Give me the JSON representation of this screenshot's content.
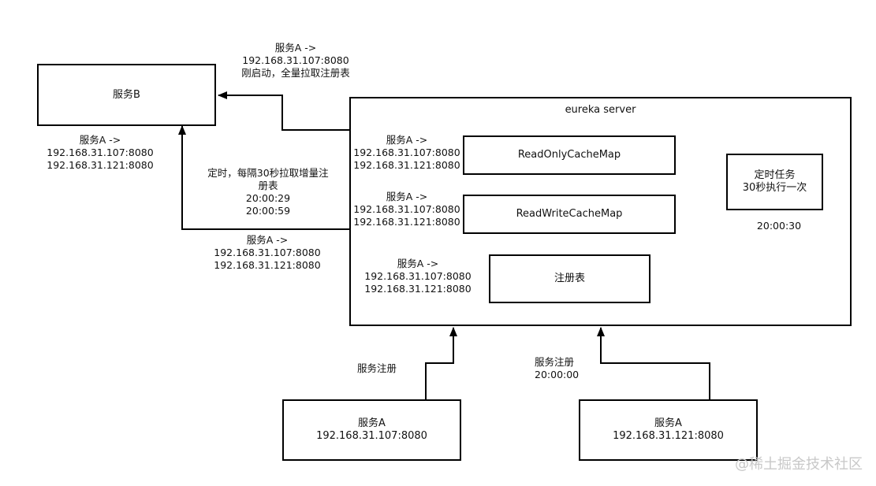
{
  "service_b": {
    "title": "服务B"
  },
  "service_b_registry": {
    "line1": "服务A ->",
    "line2": "192.168.31.107:8080",
    "line3": "192.168.31.121:8080"
  },
  "full_pull": {
    "line1": "服务A ->",
    "line2": "192.168.31.107:8080",
    "line3": "刚启动，全量拉取注册表"
  },
  "delta_pull": {
    "line1": "定时，每隔30秒拉取增量注",
    "line2": "册表",
    "line3": "20:00:29",
    "line4": "20:00:59"
  },
  "delta_result": {
    "line1": "服务A ->",
    "line2": "192.168.31.107:8080",
    "line3": "192.168.31.121:8080"
  },
  "eureka": {
    "title": "eureka server",
    "readonly": {
      "name": "ReadOnlyCacheMap",
      "line1": "服务A ->",
      "line2": "192.168.31.107:8080",
      "line3": "192.168.31.121:8080"
    },
    "readwrite": {
      "name": "ReadWriteCacheMap",
      "line1": "服务A ->",
      "line2": "192.168.31.107:8080",
      "line3": "192.168.31.121:8080"
    },
    "registry": {
      "name": "注册表",
      "line1": "服务A ->",
      "line2": "192.168.31.107:8080",
      "line3": "192.168.31.121:8080"
    },
    "timer": {
      "line1": "定时任务",
      "line2": "30秒执行一次",
      "time": "20:00:30"
    }
  },
  "register_a1": {
    "label": "服务注册"
  },
  "register_a2": {
    "label": "服务注册",
    "time": "20:00:00"
  },
  "service_a1": {
    "name": "服务A",
    "ip": "192.168.31.107:8080"
  },
  "service_a2": {
    "name": "服务A",
    "ip": "192.168.31.121:8080"
  },
  "watermark": "@稀土掘金技术社区"
}
